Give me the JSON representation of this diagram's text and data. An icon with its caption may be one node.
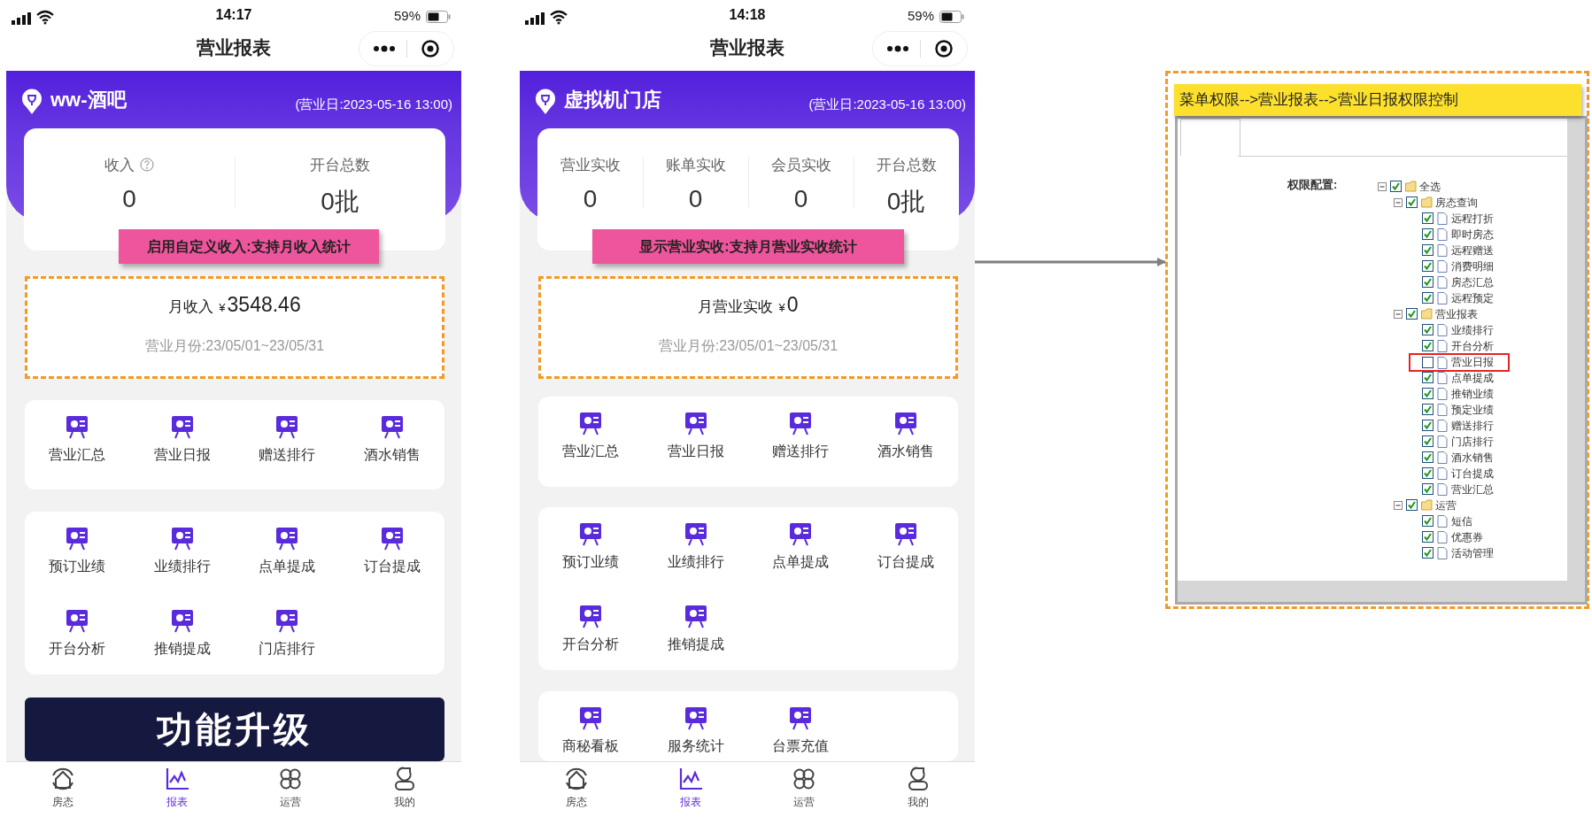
{
  "diagram": {
    "nodes": [
      {
        "text": [
          "营业报表"
        ]
      },
      {
        "text": [
          "ww-酒吧",
          "(营业日:2023-05-16 13:00)"
        ],
        "in": 0
      },
      {
        "text": [
          "收入",
          "0",
          "开台总数",
          "0批"
        ],
        "in": 0
      },
      {
        "text": [
          "启用自定义收入:支持月收入统计"
        ],
        "in": 0
      },
      {
        "text": [
          "月收入",
          "¥",
          "3548.46",
          "营业月份:23/05/01~23/05/31"
        ],
        "in": 0
      },
      {
        "text": [
          "营业汇总",
          "营业日报",
          "赠送排行",
          "酒水销售"
        ],
        "in": 0
      },
      {
        "text": [
          "预订业绩",
          "业绩排行",
          "点单提成",
          "订台提成",
          "开台分析",
          "推销提成",
          "门店排行"
        ],
        "in": 0
      },
      {
        "text": [
          "功能升级"
        ],
        "in": 0
      },
      {
        "text": [
          "房态",
          "报表",
          "运营",
          "我的"
        ],
        "in": 0
      },
      {
        "text": [
          "营业报表"
        ]
      },
      {
        "text": [
          "虚拟机门店",
          "(营业日:2023-05-16 13:00)"
        ],
        "in": 9
      },
      {
        "text": [
          "营业实收",
          "0",
          "账单实收",
          "0",
          "会员实收",
          "0",
          "开台总数",
          "0批"
        ],
        "in": 9
      },
      {
        "text": [
          "显示营业实收:支持月营业实收统计"
        ],
        "in": 9
      },
      {
        "text": [
          "月营业实收",
          "¥",
          "0",
          "营业月份:23/05/01~23/05/31"
        ],
        "in": 9
      },
      {
        "text": [
          "营业汇总",
          "营业日报",
          "赠送排行",
          "酒水销售"
        ],
        "in": 9
      },
      {
        "text": [
          "预订业绩",
          "业绩排行",
          "点单提成",
          "订台提成",
          "开台分析",
          "推销提成"
        ],
        "in": 9
      },
      {
        "text": [
          "商秘看板",
          "服务统计",
          "台票充值"
        ],
        "in": 9
      },
      {
        "text": [
          "房态",
          "报表",
          "运营",
          "我的"
        ],
        "in": 9
      },
      {
        "text": [],
        "shape": "box"
      },
      {
        "text": [
          "菜单权限-->营业报表-->营业日报权限控制"
        ],
        "in": 18
      },
      {
        "text": [
          "权限配置:"
        ],
        "in": 18
      },
      {
        "text": [],
        "shape": "box",
        "in": 20
      },
      {
        "text": [
          "全选",
          "房态查询",
          "远程打折",
          "即时房态",
          "远程赠送",
          "消费明细",
          "房态汇总",
          "远程预定",
          "营业报表",
          "业绩排行",
          "开台分析",
          "点单提成",
          "推销业绩",
          "预定业绩",
          "赠送排行",
          "门店排行",
          "酒水销售",
          "订台提成",
          "营业汇总",
          "运营",
          "短信",
          "优惠券",
          "活动管理"
        ],
        "in": 20
      },
      {
        "text": [
          "营业日报"
        ],
        "in": 22
      }
    ],
    "edges": [
      {
        "from": 9,
        "to": 18,
        "arrow": "to",
        "color": "#7f7f7f"
      }
    ],
    "labels": [
      "14:17",
      "59%",
      "14:18",
      "59%"
    ]
  }
}
